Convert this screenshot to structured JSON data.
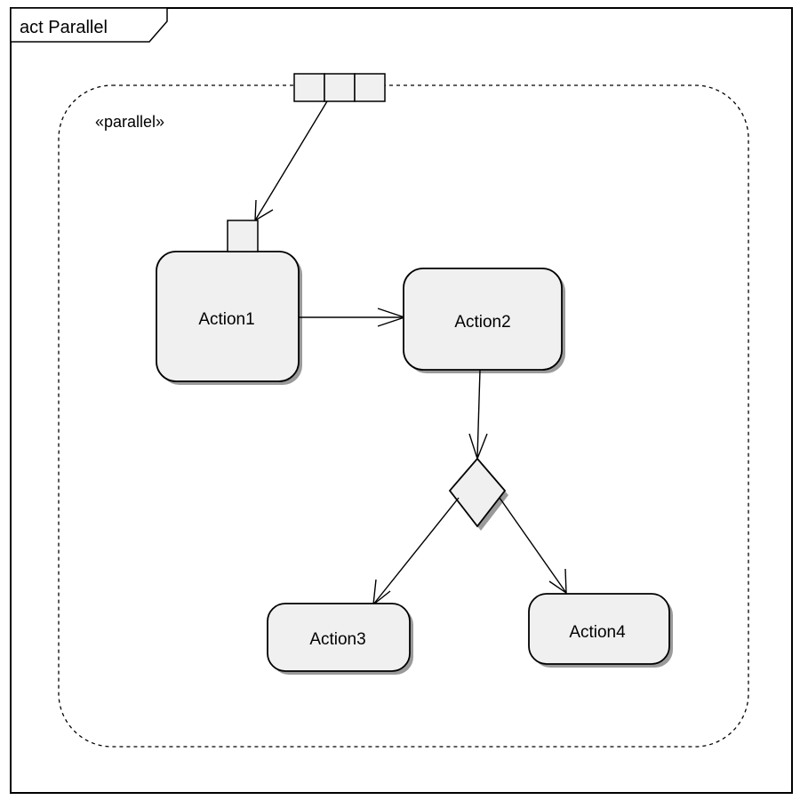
{
  "frame": {
    "title": "act Parallel"
  },
  "region": {
    "stereotype": "«parallel»"
  },
  "actions": [
    {
      "id": "a1",
      "label": "Action1"
    },
    {
      "id": "a2",
      "label": "Action2"
    },
    {
      "id": "a3",
      "label": "Action3"
    },
    {
      "id": "a4",
      "label": "Action4"
    }
  ],
  "colors": {
    "node_fill": "#f0f0f0",
    "shadow": "#9a9a9a",
    "stroke": "#000000",
    "background": "#ffffff"
  }
}
